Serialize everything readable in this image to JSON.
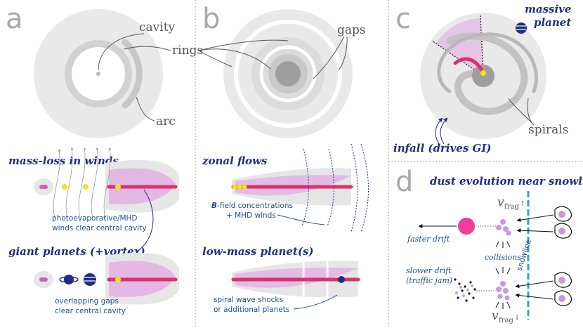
{
  "panels": {
    "a": {
      "label": "a",
      "cavity": "cavity",
      "rings": "rings",
      "arc": "arc",
      "winds_title": "mass-loss in winds",
      "winds_caption": [
        "photoevaporative/MHD",
        "winds clear central cavity"
      ],
      "planets_title": "giant planets (+vortex)",
      "planets_caption": [
        "overlapping gaps",
        "clear central cavity"
      ]
    },
    "b": {
      "label": "b",
      "gaps": "gaps",
      "zonal_title": "zonal flows",
      "zonal_caption_bold": "B",
      "zonal_caption_1": "-field concentrations",
      "zonal_caption_2": "+ MHD winds",
      "lowmass_title": "low-mass planet(s)",
      "lowmass_caption": [
        "spiral wave shocks",
        "or additional planets"
      ]
    },
    "c": {
      "label": "c",
      "massive": "massive",
      "planet": "planet",
      "spirals": "spirals",
      "infall": "infall (drives GI)"
    },
    "d": {
      "label": "d",
      "title": "dust evolution near snowlines",
      "v_symbol": "v",
      "v_sub": "frag",
      "up_arrow": "↑",
      "down_arrow": "↓",
      "faster_drift": "faster drift",
      "collisions": "collisions",
      "snowline": "snowline",
      "slower_drift": [
        "slower drift",
        "(traffic jam)"
      ]
    }
  },
  "colors": {
    "disk_light": "#e9e9e9",
    "disk_mid": "#d2d2d2",
    "disk_dark": "#9e9e9e",
    "dust_pink": "#d060b8",
    "dust_red": "#d8336e",
    "planet_yellow": "#f2e21a",
    "planet_blue": "#1f2d86",
    "snowline": "#3a9de0",
    "grain_lavender": "#c898e8"
  }
}
